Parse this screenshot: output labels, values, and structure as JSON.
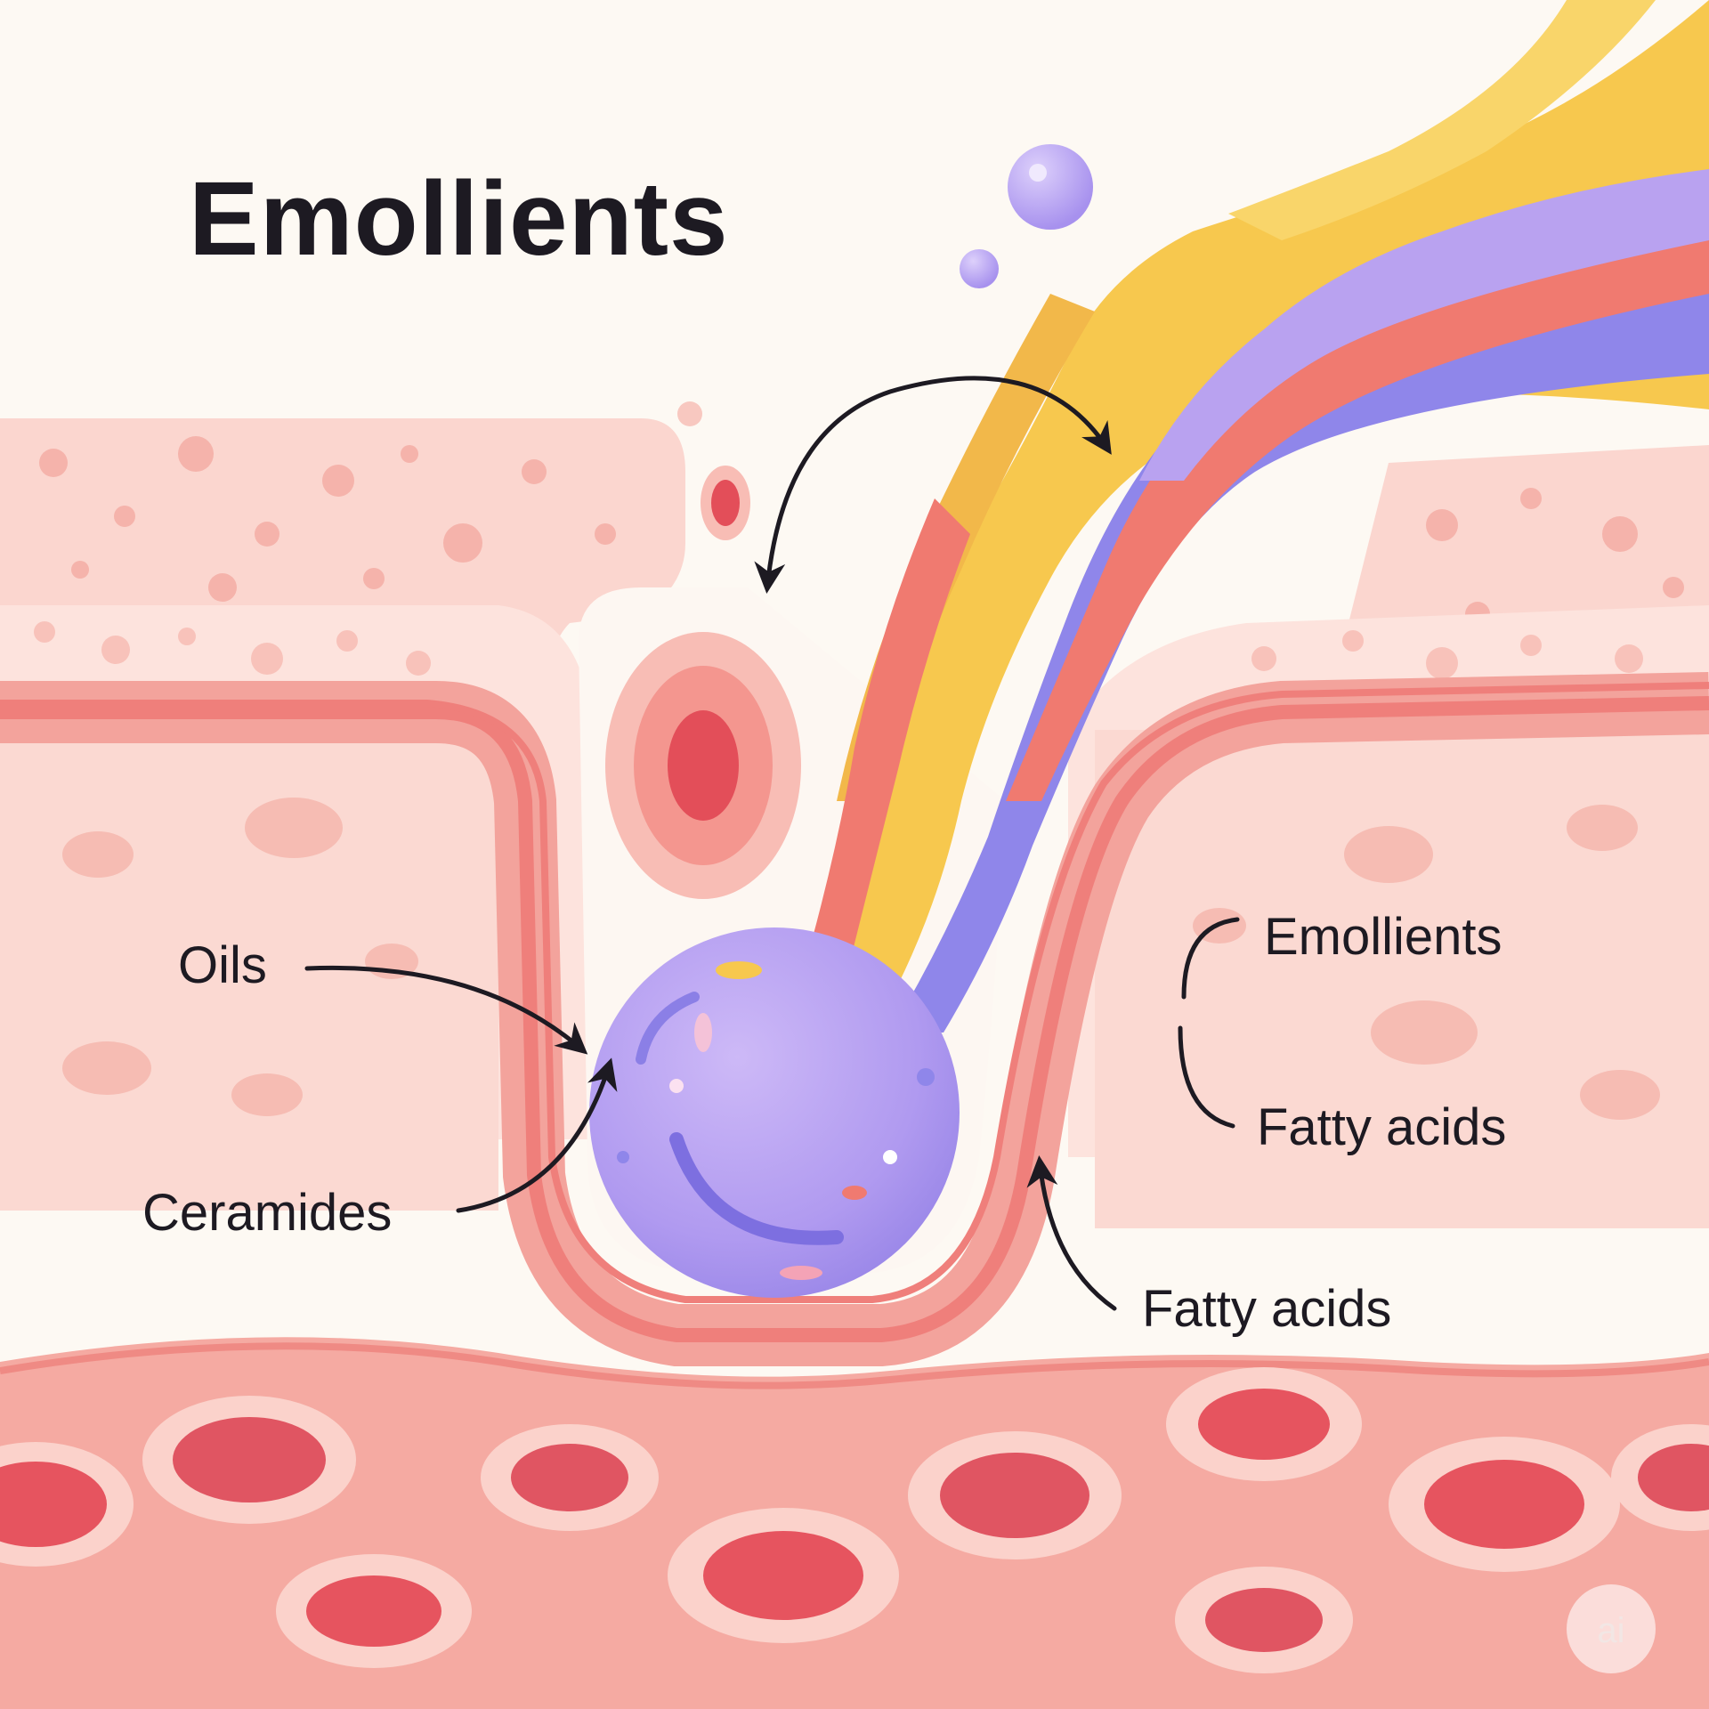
{
  "title": "Emollients",
  "labels": {
    "oils": "Oils",
    "ceramides": "Ceramides",
    "emollients": "Emollients",
    "fatty_acids_right": "Fatty acids",
    "fatty_acids_bottom": "Fatty acids"
  },
  "watermark": "ai",
  "colors": {
    "background": "#fdf9f3",
    "skin_light": "#fbdcd6",
    "skin_mid": "#f6b8b0",
    "skin_line": "#ef7f7b",
    "cell_core": "#e0505a",
    "droplet": "#b9a2f0",
    "oil_yellow": "#f7c84e",
    "oil_red": "#f07a70",
    "oil_violet": "#8f86ea",
    "ink": "#1d1a22"
  }
}
